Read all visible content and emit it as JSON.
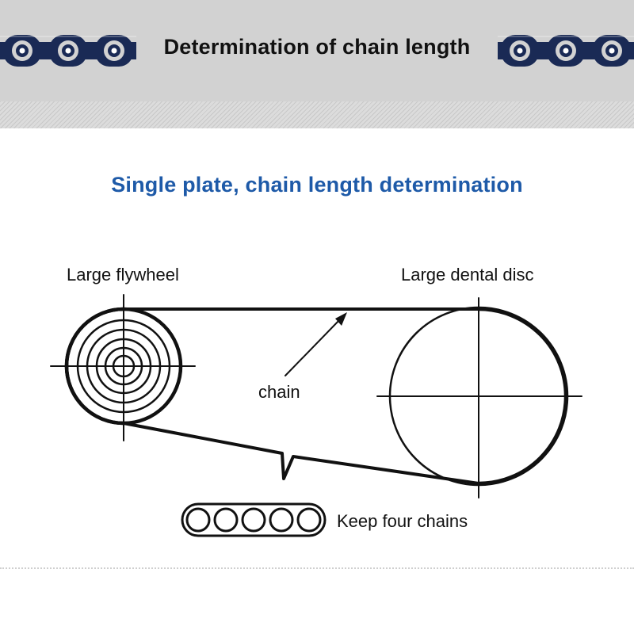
{
  "header": {
    "title": "Determination of chain length"
  },
  "subtitle": {
    "text": "Single plate, chain length determination",
    "color": "#1e5aa8"
  },
  "labels": {
    "flywheel": "Large flywheel",
    "dental_disc": "Large dental disc",
    "chain": "chain",
    "keep_chains": "Keep four chains"
  },
  "colors": {
    "banner_chain": "#1a2a55",
    "line": "#111111"
  },
  "icons": [
    "roller-chain-icon",
    "roller-chain-icon",
    "chain-links-icon"
  ]
}
